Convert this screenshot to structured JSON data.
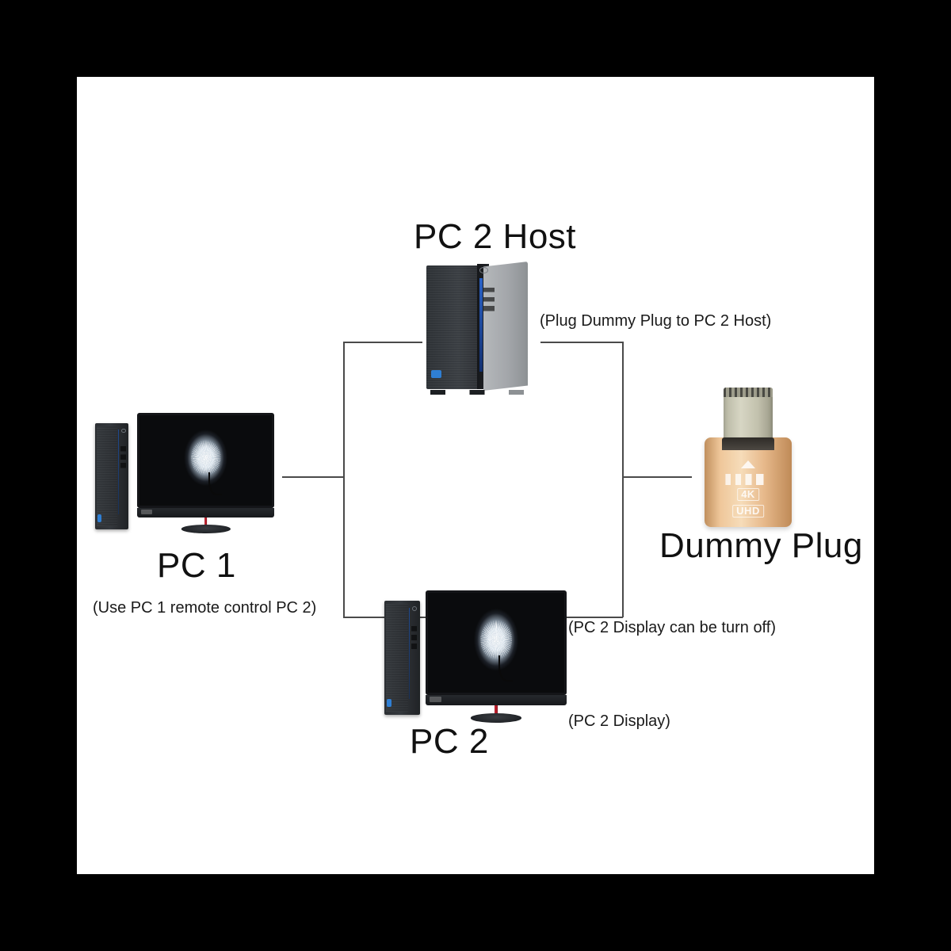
{
  "diagram": {
    "title_pc2_host": "PC 2 Host",
    "note_plug_dummy": "(Plug Dummy Plug to PC 2 Host)",
    "title_pc1": "PC 1",
    "note_pc1": "(Use PC 1 remote control PC 2)",
    "title_pc2": "PC 2",
    "note_pc2_display_off": "(PC 2 Display can be turn off)",
    "note_pc2_display": "(PC 2 Display)",
    "title_dummy_plug": "Dummy Plug",
    "dummy_plug_badge_4k": "4K",
    "dummy_plug_badge_uhd": "UHD"
  },
  "colors": {
    "border": "#000000",
    "canvas": "#ffffff",
    "line": "#4a4a4a",
    "text": "#111111",
    "plug_gold": "#e7b98b",
    "tower_blue": "#2f7fd4",
    "stand_red": "#d0202e"
  },
  "nodes": [
    {
      "id": "pc1",
      "label": "PC 1",
      "kind": "desktop-with-monitor"
    },
    {
      "id": "pc2-host",
      "label": "PC 2 Host",
      "kind": "tower"
    },
    {
      "id": "pc2",
      "label": "PC 2",
      "kind": "desktop-with-monitor"
    },
    {
      "id": "dummy-plug",
      "label": "Dummy Plug",
      "kind": "hdmi-dummy-plug"
    }
  ],
  "connections": [
    {
      "from": "pc1",
      "to": "bus"
    },
    {
      "from": "bus",
      "to": "pc2-host"
    },
    {
      "from": "bus",
      "to": "pc2"
    },
    {
      "from": "pc2-host",
      "to": "dummy-plug"
    }
  ]
}
